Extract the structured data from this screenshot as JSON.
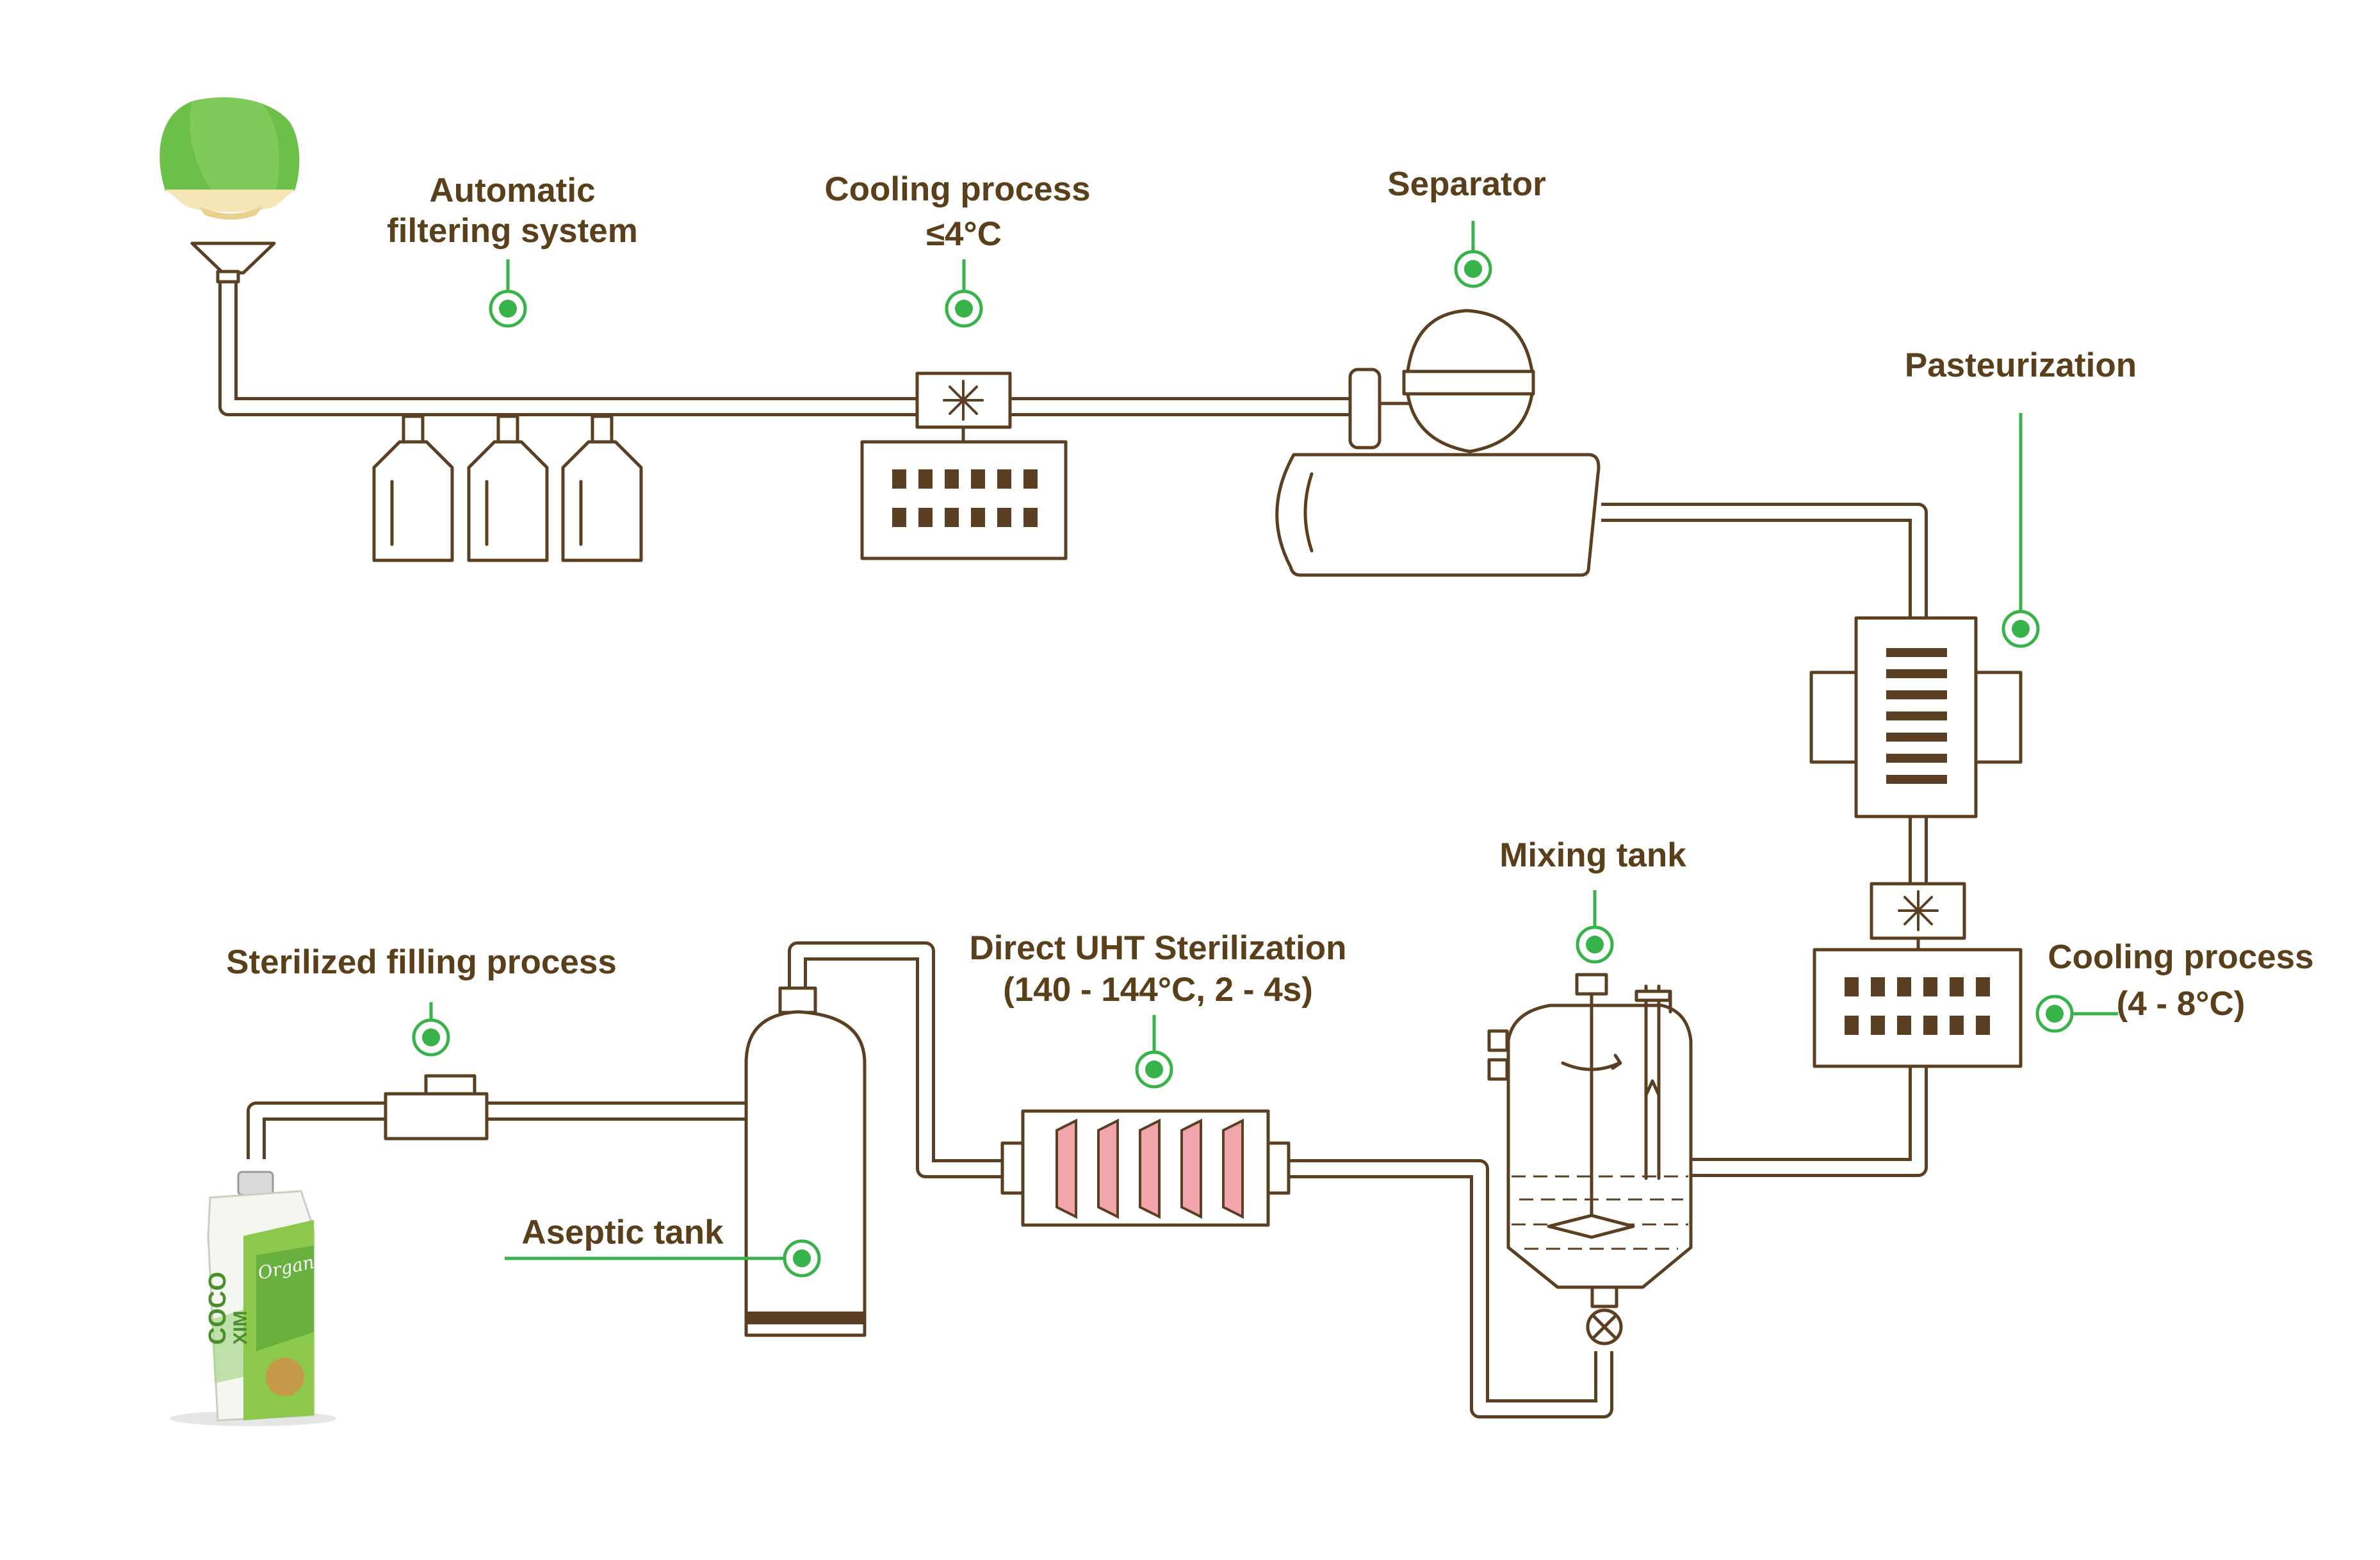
{
  "colors": {
    "line_brown": "#5b3f22",
    "label_brown": "#5a3f1b",
    "marker_green": "#37b34a",
    "heat_pink": "#f1a6ac",
    "coconut_green": "#6cc04a"
  },
  "labels": {
    "filtering_line1": "Automatic",
    "filtering_line2": "filtering system",
    "cooling1_line1": "Cooling process",
    "cooling1_line2": "≤4°C",
    "separator": "Separator",
    "pasteurization": "Pasteurization",
    "mixing_tank": "Mixing tank",
    "cooling2_line1": "Cooling process",
    "cooling2_line2": "(4 - 8°C)",
    "uht_line1": "Direct UHT Sterilization",
    "uht_line2": "(140 - 144°C, 2 - 4s)",
    "filling": "Sterilized filling process",
    "aseptic_tank": "Aseptic tank"
  },
  "icons": {
    "cooler_icon": "snowflake-icon",
    "product_image": "coconut-water-carton-icon",
    "source_image": "coconut-icon"
  },
  "product": {
    "brand_line1": "COCO",
    "brand_line2": "XIM",
    "badge": "Organic"
  }
}
